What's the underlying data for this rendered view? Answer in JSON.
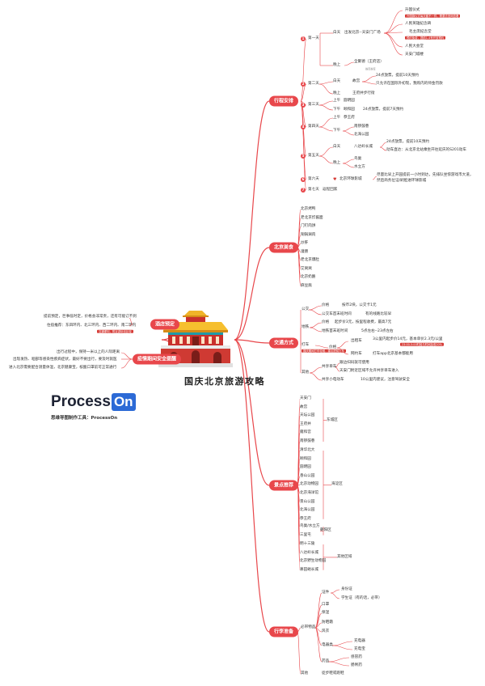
{
  "title": "国庆北京旅游攻略",
  "logo": {
    "process": "Process",
    "on": "On",
    "subtitle": "思维导图制作工具：ProcessOn"
  },
  "accent": "#e8474b",
  "itinerary": {
    "label": "行程安排",
    "days": {
      "d1": {
        "num": "1",
        "label": "第一天"
      },
      "d2": {
        "num": "2",
        "label": "第二天"
      },
      "d3": {
        "num": "3",
        "label": "第三天"
      },
      "d4": {
        "num": "4",
        "label": "第四天"
      },
      "d5": {
        "num": "5",
        "label": "第五天"
      },
      "d6": {
        "num": "6",
        "label": "第六天"
      },
      "d7": {
        "num": "7",
        "label": "第七天"
      }
    },
    "day1": {
      "day": "白天",
      "route": "出发北京--天安门广场",
      "flag": "升国仪式",
      "flag_note": "升国旗仪式每天都不一样，需要去官网查看",
      "monument": "人民英雄纪念碑",
      "memorial": "毛主席纪念堂",
      "memorial_note": "预约免费，提前1-4号开放预约",
      "hall": "人民大会堂",
      "tower": "天安门城楼",
      "night": "晚上",
      "duck": "全聚德（王府店）",
      "duck_note": "推荐推荐"
    },
    "day2": {
      "day": "白天",
      "palace": "故宫",
      "p1": "24点放票，提前10天预约",
      "p2": "只允许在国际外初现，我购内的师金罚款",
      "night": "晚上",
      "wfj": "王府井步行街"
    },
    "day3": {
      "am": "上午",
      "yuan": "圆明园",
      "pm": "下午",
      "summer": "颐和园",
      "summer_note": "24点放票，提前7天预约"
    },
    "day4": {
      "am": "上午",
      "temple": "恭王府",
      "pm": "下午",
      "nlg": "南锣鼓巷",
      "beihai": "北海公园"
    },
    "day5": {
      "day": "白天",
      "wall": "八达岭长城",
      "w1": "24点放票，提前10天预约",
      "w2": "动车直达：从北京北站乘坐开往延庆的S201动车",
      "night": "晚上",
      "nest": "鸟巢",
      "cube": "水立方"
    },
    "day6": {
      "ustudio": "北京环球影城",
      "note1": "尽量比早上开园提前一小时到达，先排队坐惊游戏市大道，",
      "note2": "然后商务位证/刷脸进环球影城"
    },
    "day7": {
      "home": "返程回家"
    }
  },
  "food": {
    "label": "北京美食",
    "items": [
      "北京烤鸭",
      "老北京炸酱面",
      "门钉肉饼",
      "铜锅涮肉",
      "炒肝",
      "灌肠",
      "老北京爆肚",
      "艾窝窝",
      "北京奶酪",
      "麻豆腐"
    ]
  },
  "transport": {
    "label": "交通方式",
    "bus": "公交",
    "price": "价格",
    "bus_price": "按币2块，公交卡1元",
    "bus_time_label": "公交车首末班时间",
    "bus_time": "有的线路比较早",
    "subway": "地铁",
    "sub_price_label": "价格",
    "sub_price": "起步价3元，按里程收费，最高7元",
    "sub_time_label": "地铁首末班时间",
    "sub_time": "5点左右--23点左右",
    "taxi": "打车",
    "taxi_note": "国庆期间打车较难，建议提前打车",
    "taxi_price_label": "价格",
    "cab": "出租车",
    "cab_price": "3公里内起步价14元，基本单价2.3元/公里",
    "cab_note": "23:00-5:00时段与时间加收20%",
    "online": "网约车",
    "online_note": "打车app北京基本都能用",
    "other": "其他",
    "bike": "共享单车",
    "bike1": "跟边扫码就可使用",
    "bike2": "天安门附近区域不允许共享单车进入",
    "ebike": "共享小电动车",
    "ebike_note": "10公里内建议，注意驾驶安全"
  },
  "hotel": {
    "label": "酒店预定",
    "l1": "提前预定，巨事低时定，价格会非常贵，还有可能订不到",
    "l2": "住宿推荐：东四环内、北三环内、西二环内、南二环内",
    "note": "交通便利，附近游玩也比较"
  },
  "safety": {
    "label": "疫情期间安全提醒",
    "l1": "出行过程中，保持一米以上的人际距离",
    "l2": "出现发热、咽部等感染性疾病症状，最好不要出行，要及时就医",
    "l3": "进入北京需要配合测量体温，北京健康宝，核酸口罩前可正常通行"
  },
  "sights": {
    "label": "景点推荐",
    "dongcheng": "东城区",
    "haidian": "海淀区",
    "chaoyang": "朝阳区",
    "other": "其他区域",
    "dc": [
      "天安门",
      "故宫",
      "天坛公园",
      "王府井",
      "雍和宫",
      "南锣鼓巷"
    ],
    "hd": [
      "清华北大",
      "颐和园",
      "圆明园",
      "香山公园",
      "北京动物园",
      "北京海洋馆",
      "景山公园",
      "北海公园",
      "恭王府"
    ],
    "cy": [
      "鸟巢/水立方",
      "三里屯"
    ],
    "ot": [
      "明十三陵",
      "八达岭长城",
      "北京野生动物园",
      "慕田峪长城"
    ]
  },
  "packing": {
    "label": "行李准备",
    "must": "必带物品",
    "docs": "证件",
    "id": "身份证",
    "student": "学生证（有的话，必带）",
    "mask": "口罩",
    "umbrella": "保湿",
    "sun": "防晒霜",
    "jacket": "风衣",
    "elec": "电器类",
    "charger": "充电器",
    "power": "充电宝",
    "med": "药品",
    "cold": "感冒药",
    "stomach": "肠胃药",
    "other": "其他",
    "shoes": "徒步鞋或跑鞋"
  }
}
